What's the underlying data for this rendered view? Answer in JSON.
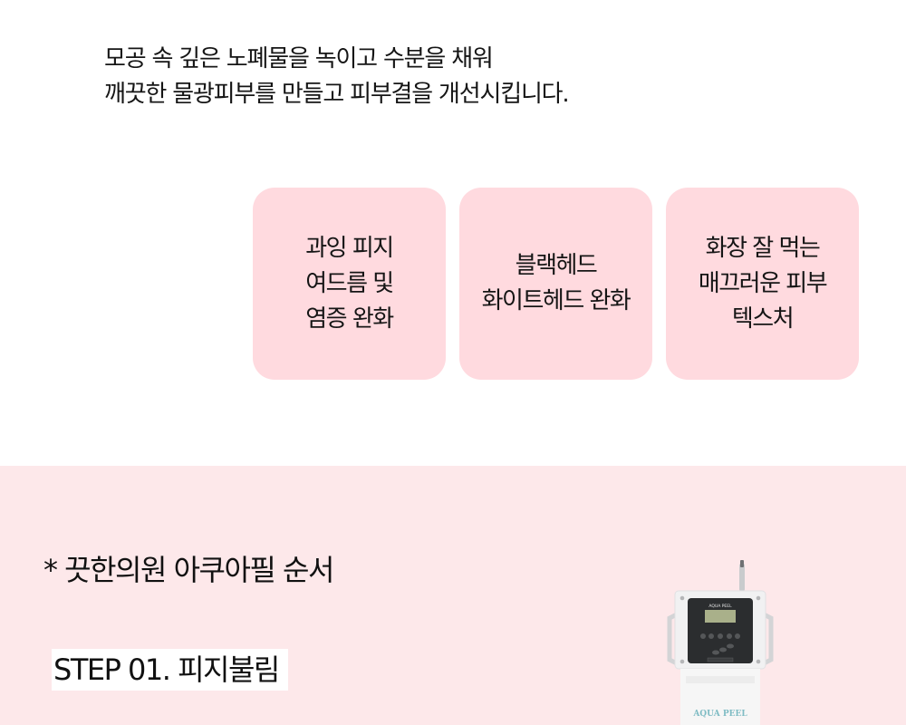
{
  "intro": {
    "lines": [
      "모공 속 깊은 노폐물을 녹이고 수분을 채워",
      "깨끗한 물광피부를 만들고 피부결을 개선시킵니다."
    ]
  },
  "benefits": [
    {
      "lines": [
        "과잉 피지",
        "여드름 및",
        "염증 완화"
      ]
    },
    {
      "lines": [
        "블랙헤드",
        "화이트헤드 완화"
      ]
    },
    {
      "lines": [
        "화장 잘 먹는",
        "매끄러운 피부",
        "텍스처"
      ]
    }
  ],
  "process": {
    "title": "* 끗한의원 아쿠아필 순서",
    "step_label": "STEP 01. 피지불림",
    "device": {
      "brand_panel": "AQUA PEEL",
      "brand_body": "AQUA PEEL"
    }
  },
  "colors": {
    "card_bg": "#ffdadf",
    "section_bg": "#fde8ea",
    "text": "#111111"
  }
}
